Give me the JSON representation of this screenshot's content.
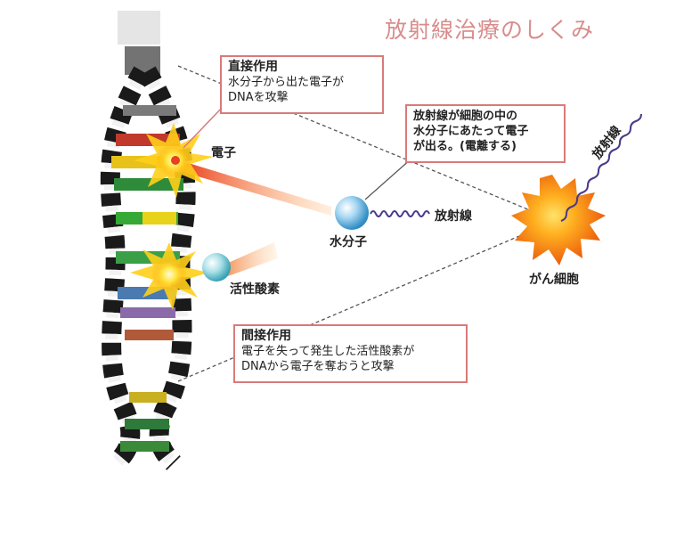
{
  "title": "放射線治療のしくみ",
  "direct": {
    "heading": "直接作用",
    "line1": "水分子から出た電子が",
    "line2": "DNAを攻撃"
  },
  "radiation_box": {
    "line1": "放射線が細胞の中の",
    "line2": "水分子にあたって電子",
    "line3": "が出る。(電離する)"
  },
  "indirect": {
    "heading": "間接作用",
    "line1": "電子を失って発生した活性酸素が",
    "line2": "DNAから電子を奪おうと攻撃"
  },
  "labels": {
    "electron": "電子",
    "water_molecule": "水分子",
    "radiation_near_water": "放射線",
    "radiation_incoming": "放射線",
    "active_oxygen": "活性酸素",
    "cancer_cell": "がん細胞"
  },
  "colors": {
    "box_border": "#d97a7a",
    "title": "#d98c8c",
    "wave": "#4a3a8a",
    "cancer_cell": "#f07a10",
    "water_molecule": "#6fb6e0"
  }
}
